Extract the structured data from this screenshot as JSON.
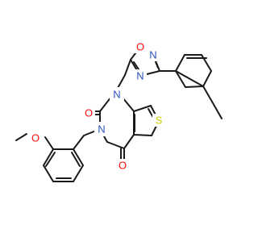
{
  "colors": {
    "bond": "#1a1a1a",
    "oxygen": "#ff0d0d",
    "nitrogen": "#2a52be",
    "sulfur": "#c9c900",
    "background": "#ffffff"
  },
  "atoms": {
    "methoxy_o": "O",
    "ring_n1": "N",
    "ring_n3": "N",
    "carbonyl_o2": "O",
    "carbonyl_o4": "O",
    "thiophene_s": "S",
    "oxadiazole_o": "O",
    "oxadiazole_n2": "N",
    "oxadiazole_n4": "N"
  }
}
